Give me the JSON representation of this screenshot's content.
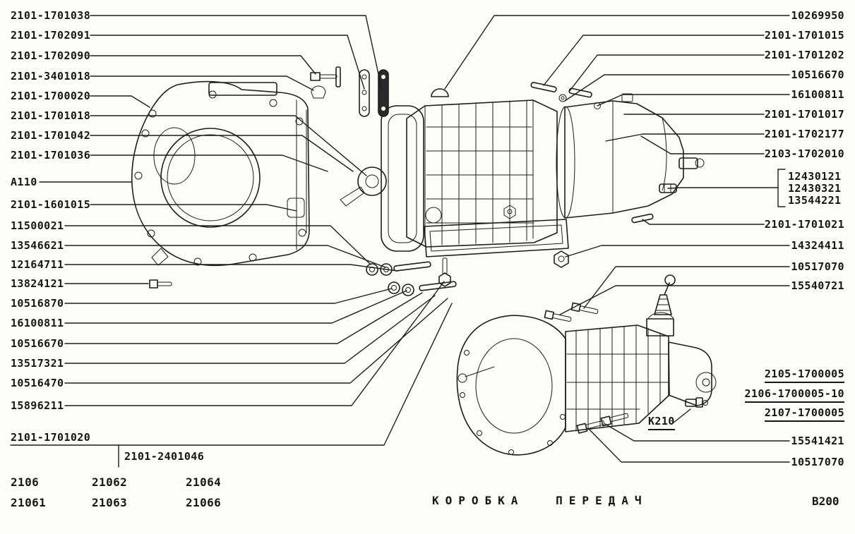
{
  "title": "КОРОБКА ПЕРЕДАЧ",
  "page_code": "B200",
  "colors": {
    "ink": "#1d1d1d",
    "paper": "#fcfcf8"
  },
  "left_labels": [
    "2101-1701038",
    "2101-1702091",
    "2101-1702090",
    "2101-3401018",
    "2101-1700020",
    "2101-1701018",
    "2101-1701042",
    "2101-1701036",
    "A110",
    "2101-1601015",
    "11500021",
    "13546621",
    "12164711",
    "13824121",
    "10516870",
    "16100811",
    "10516670",
    "13517321",
    "10516470",
    "15896211",
    "2101-1701020"
  ],
  "bottom_left_label": "2101-2401046",
  "right_labels": [
    "10269950",
    "2101-1701015",
    "2101-1701202",
    "10516670",
    "16100811",
    "2101-1701017",
    "2101-1702177",
    "2103-1702010"
  ],
  "right_group": [
    "12430121",
    "12430321",
    "13544221"
  ],
  "right_labels2": [
    "2101-1701021",
    "14324411",
    "10517070",
    "15540721"
  ],
  "variants": [
    "2105-1700005",
    "2106-1700005-10",
    "2107-1700005"
  ],
  "switch_label": "K210",
  "right_labels3": [
    "15541421",
    "10517070"
  ],
  "models": {
    "row1": [
      "2106",
      "21062",
      "21064"
    ],
    "row2": [
      "21061",
      "21063",
      "21066"
    ]
  }
}
